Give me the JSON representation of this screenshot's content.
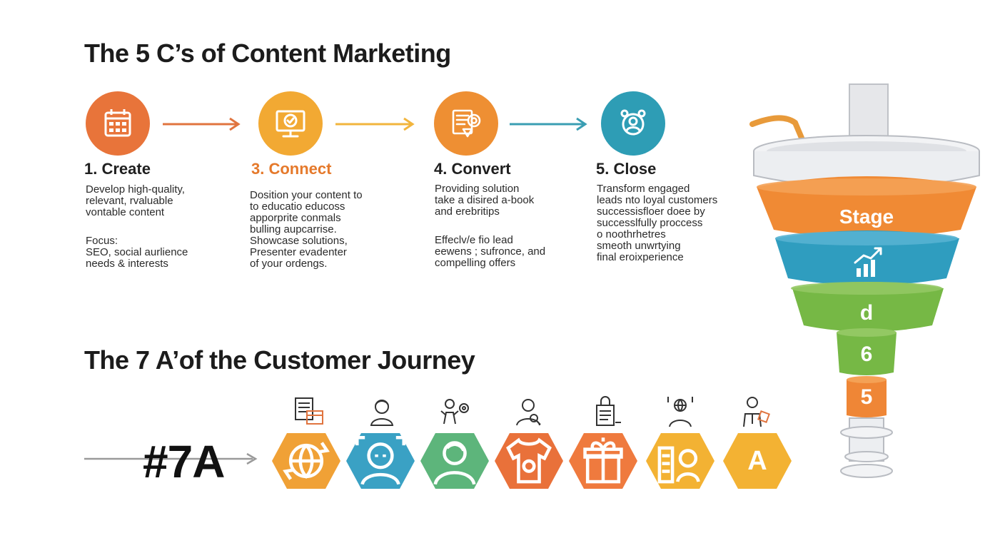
{
  "titles": {
    "five_cs": "The 5 C’s of Content Marketing",
    "seven_as": "The 7 A’of the Customer Journey"
  },
  "colors": {
    "create": "#E8743A",
    "connect": "#F2A933",
    "convert": "#EE8F33",
    "close": "#2E9DB5",
    "connect_heading": "#E5792B",
    "hex_colors": [
      "#F0A136",
      "#3AA1C4",
      "#5DB57B",
      "#E9713A",
      "#EF7A3E",
      "#F3B233",
      "#F3B233"
    ],
    "funnel_orange": "#F08A34",
    "funnel_blue": "#2F9DBF",
    "funnel_green": "#76B845",
    "funnel_small_orange": "#EF8636"
  },
  "steps": [
    {
      "heading": "1. Create",
      "icon": "calendar-icon",
      "lines": [
        "Develop high-quality,",
        "relevant, rvaluable",
        "vontable content"
      ],
      "lines2": [
        "Focus:",
        "SEO, social aurlience",
        "needs & interests"
      ]
    },
    {
      "heading": "3. Connect",
      "icon": "monitor-check-icon",
      "lines": [
        "Dosition your content to",
        "to educatio educoss",
        "apporprite conmals",
        "bulling aupcarrise.",
        "Showcase solutions,",
        "Presenter evadenter",
        "of your ordengs."
      ],
      "lines2": []
    },
    {
      "heading": "4. Convert",
      "icon": "document-target-icon",
      "lines": [
        "Providing solution",
        "take a disired a-book",
        "and erebritips"
      ],
      "lines2": [
        "Effeclv/e fio lead",
        "eewens ; sufronce, and",
        "compelling offers"
      ]
    },
    {
      "heading": "5. Close",
      "icon": "user-badge-icon",
      "lines": [
        "Transform engaged",
        "leads nto loyal customers",
        "successisfloer doee by",
        "successlfully proccess",
        "o noothrhetres",
        "smeoth unwrtying",
        "final eroixperience"
      ],
      "lines2": []
    }
  ],
  "journey": {
    "tag": "#7A",
    "hex_last_letter": "A",
    "hex_icons": [
      "globe-arrows-icon",
      "face-scan-icon",
      "person-icon",
      "shirt-badge-icon",
      "gift-icon",
      "chart-person-icon",
      "letter-icon"
    ],
    "above_icons": [
      "document-card-icon",
      "avatar-icon",
      "person-gear-icon",
      "person-search-icon",
      "bag-list-icon",
      "person-globe-icon",
      "businessman-tag-icon"
    ]
  },
  "funnel": {
    "top_label": "Stage",
    "icon": "bar-chart-up-icon",
    "label_d": "d",
    "label_6": "6",
    "label_5": "5"
  }
}
